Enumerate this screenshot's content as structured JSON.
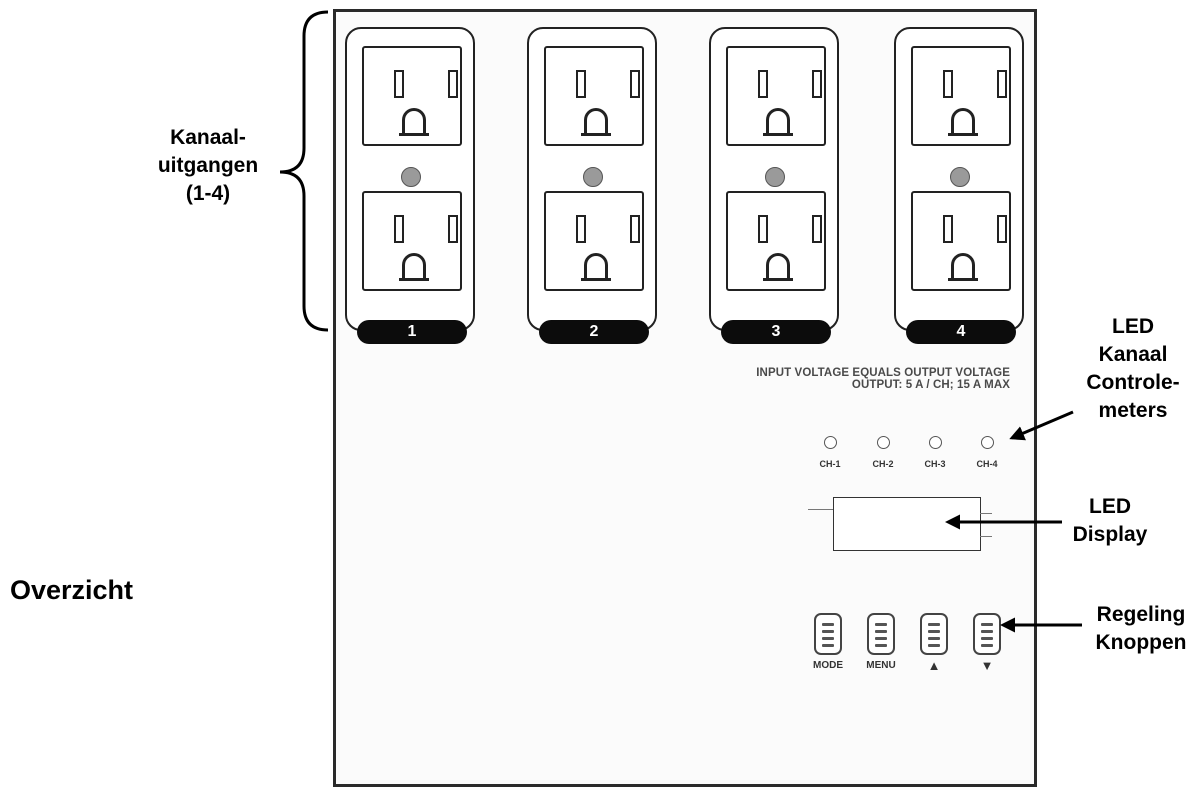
{
  "annotations": {
    "outputs": [
      "Kanaal-",
      "uitgangen",
      "(1-4)"
    ],
    "led_meters": [
      "LED",
      "Kanaal",
      "Controle-",
      "meters"
    ],
    "led_display": [
      "LED",
      "Display"
    ],
    "buttons": [
      "Regeling",
      "Knoppen"
    ]
  },
  "heading": "Overzicht",
  "outlets": [
    {
      "label": "1"
    },
    {
      "label": "2"
    },
    {
      "label": "3"
    },
    {
      "label": "4"
    }
  ],
  "spec": {
    "line1": "INPUT VOLTAGE EQUALS OUTPUT VOLTAGE",
    "line2": "OUTPUT: 5 A / CH; 15 A MAX"
  },
  "channels": [
    "CH-1",
    "CH-2",
    "CH-3",
    "CH-4"
  ],
  "control_buttons": [
    "MODE",
    "MENU",
    "▲",
    "▼"
  ],
  "colors": {
    "outline": "#222222",
    "indicator": "#9a9a9a",
    "label_bg": "#0c0c0c"
  }
}
